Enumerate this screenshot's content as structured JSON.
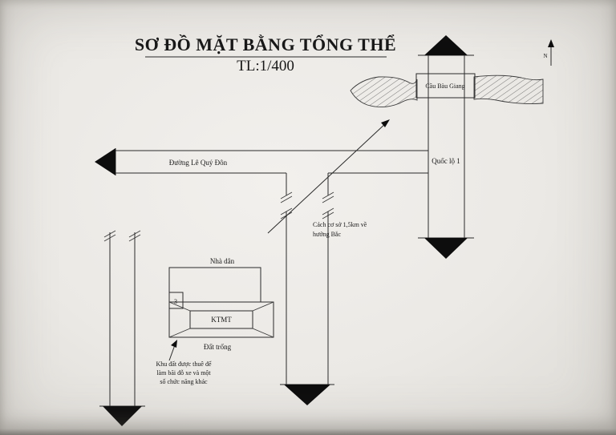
{
  "colors": {
    "paper": "#edebe7",
    "ink": "#1e1e1e"
  },
  "header": {
    "title": "SƠ ĐỒ MẶT BẰNG TỔNG THỂ",
    "scale": "TL:1/400"
  },
  "north_label": "N",
  "roads": {
    "horizontal_label": "Đường Lê Quý Đôn",
    "vertical_label": "Quốc lộ 1"
  },
  "bridge_label": "Cầu Bàu Giang",
  "plot": {
    "top_label": "Nhà dân",
    "number": "3",
    "building_label": "KTMT",
    "bottom_label": "Đất trống"
  },
  "notes": {
    "distance": [
      "Cách cơ sở 1,5km về",
      "hướng Bắc"
    ],
    "leased": [
      "Khu đất được thuê để",
      "làm bãi đỗ xe và một",
      "số chức năng khác"
    ]
  }
}
